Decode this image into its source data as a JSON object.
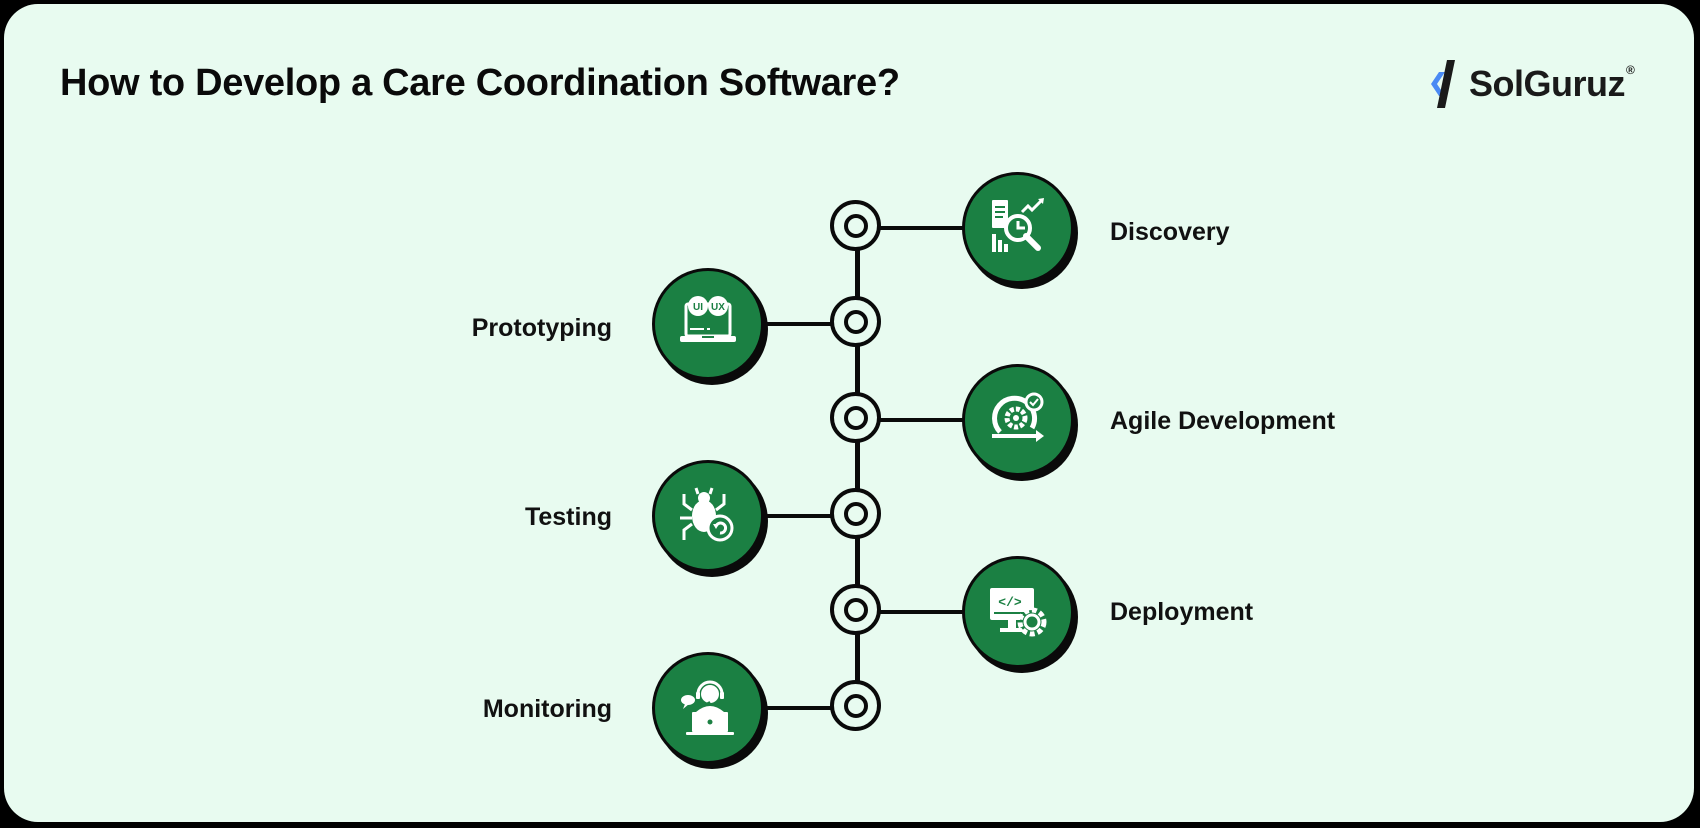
{
  "header": {
    "title": "How to Develop a Care Coordination Software?"
  },
  "brand": {
    "name": "SolGuruz",
    "registered": "®",
    "colors": {
      "blue": "#4a8af4",
      "dark": "#1a1a1a"
    }
  },
  "theme": {
    "background": "#e8fbf0",
    "frame": "#000000",
    "bubble_fill": "#1b8043",
    "line": "#0a0a0a"
  },
  "steps": [
    {
      "label": "Discovery",
      "side": "right",
      "icon": "data-analysis-search-icon"
    },
    {
      "label": "Prototyping",
      "side": "left",
      "icon": "ui-ux-laptop-icon"
    },
    {
      "label": "Agile Development",
      "side": "right",
      "icon": "agile-gear-cycle-icon"
    },
    {
      "label": "Testing",
      "side": "left",
      "icon": "bug-retest-icon"
    },
    {
      "label": "Deployment",
      "side": "right",
      "icon": "monitor-code-gear-icon"
    },
    {
      "label": "Monitoring",
      "side": "left",
      "icon": "support-agent-laptop-icon"
    }
  ]
}
